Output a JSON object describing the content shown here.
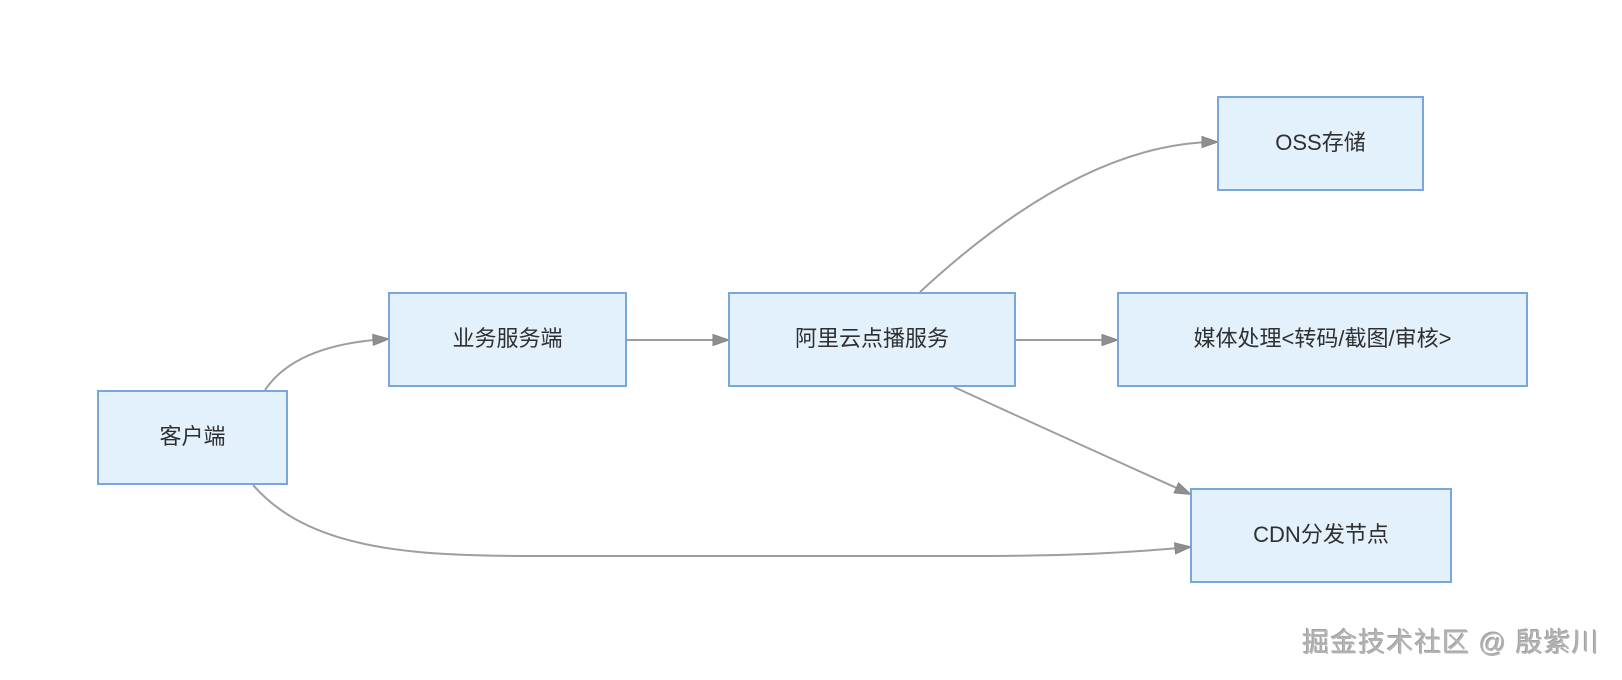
{
  "diagram": {
    "type": "flowchart",
    "nodes": [
      {
        "id": "client",
        "label": "客户端"
      },
      {
        "id": "business-server",
        "label": "业务服务端"
      },
      {
        "id": "aliyun-vod",
        "label": "阿里云点播服务"
      },
      {
        "id": "oss-storage",
        "label": "OSS存储"
      },
      {
        "id": "media-processing",
        "label": "媒体处理<转码/截图/审核>"
      },
      {
        "id": "cdn-node",
        "label": "CDN分发节点"
      }
    ],
    "edges": [
      {
        "from": "client",
        "to": "business-server"
      },
      {
        "from": "business-server",
        "to": "aliyun-vod"
      },
      {
        "from": "aliyun-vod",
        "to": "media-processing"
      },
      {
        "from": "aliyun-vod",
        "to": "oss-storage"
      },
      {
        "from": "aliyun-vod",
        "to": "cdn-node"
      },
      {
        "from": "client",
        "to": "cdn-node"
      }
    ],
    "colors": {
      "node_fill": "#e3f1fc",
      "node_border": "#79a7dc",
      "edge_line": "#9e9e9e",
      "arrowhead": "#8f8f8f",
      "text": "#2f2f2f",
      "background": "#ffffff"
    }
  },
  "watermark": {
    "text": "掘金技术社区 @ 殷紫川"
  }
}
